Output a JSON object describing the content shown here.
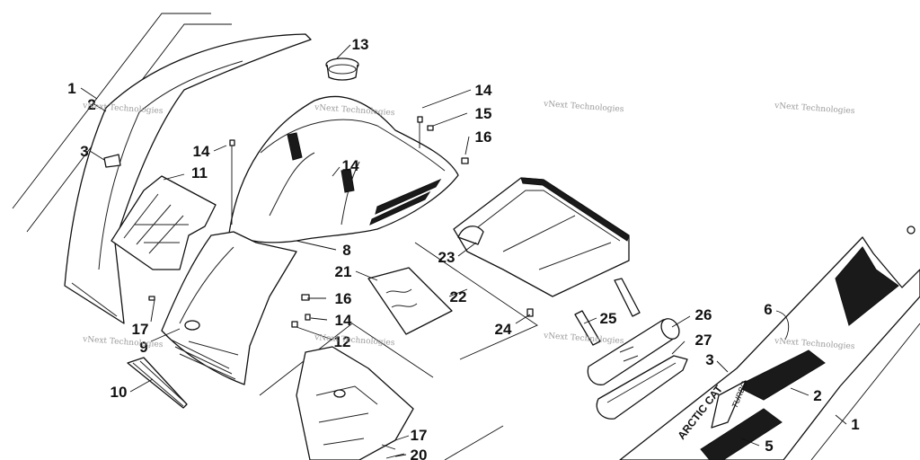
{
  "diagram": {
    "callouts": [
      "1",
      "2",
      "3",
      "11",
      "13",
      "14",
      "15",
      "16",
      "8",
      "21",
      "22",
      "23",
      "24",
      "25",
      "26",
      "27",
      "17",
      "9",
      "10",
      "12",
      "20",
      "6",
      "5"
    ],
    "watermark_text": "vNext Technologies",
    "decal_text": {
      "brand": "ARCTIC CAT",
      "model": "TURBO"
    }
  }
}
